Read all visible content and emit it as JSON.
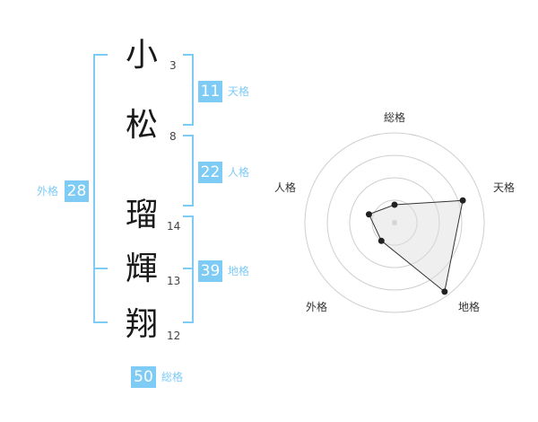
{
  "name_chars": [
    {
      "char": "小",
      "strokes": "3"
    },
    {
      "char": "松",
      "strokes": "8"
    },
    {
      "char": "瑠",
      "strokes": "14"
    },
    {
      "char": "輝",
      "strokes": "13"
    },
    {
      "char": "翔",
      "strokes": "12"
    }
  ],
  "kaku": {
    "tenkaku": {
      "value": "11",
      "label": "天格"
    },
    "jinkaku": {
      "value": "22",
      "label": "人格"
    },
    "chikaku": {
      "value": "39",
      "label": "地格"
    },
    "gaikaku": {
      "value": "28",
      "label": "外格"
    },
    "soukaku": {
      "value": "50",
      "label": "総格"
    }
  },
  "chart_data": {
    "type": "radar",
    "axes": [
      "総格",
      "天格",
      "地格",
      "外格",
      "人格"
    ],
    "values": [
      0.2,
      0.8,
      0.95,
      0.25,
      0.3
    ],
    "rings": 4,
    "accent_color": "#7ecbf6"
  }
}
